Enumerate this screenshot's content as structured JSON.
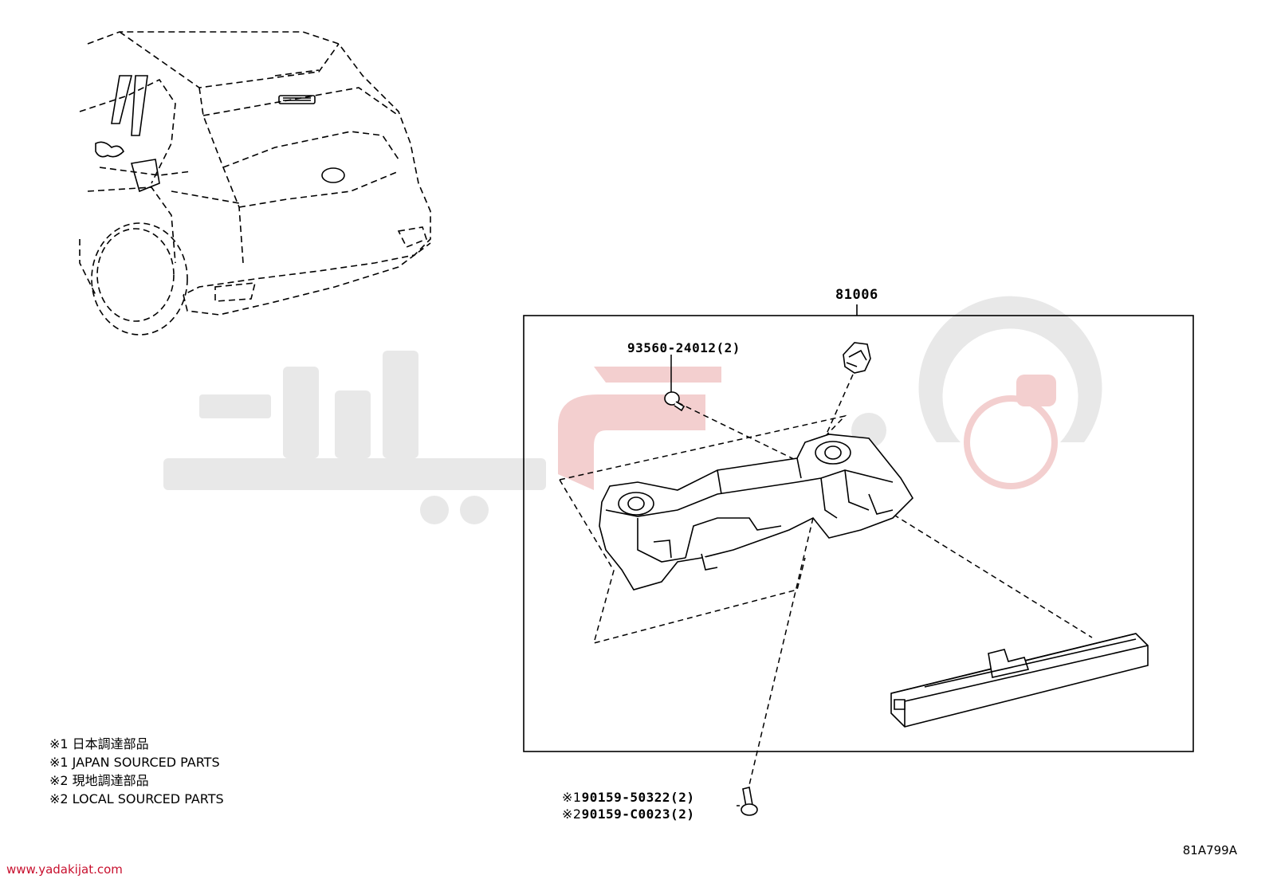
{
  "assembly": {
    "part_number": "81006"
  },
  "callouts": {
    "screw": {
      "label": "93560-24012(2)"
    },
    "bolt": [
      {
        "mark": "※1",
        "label": "90159-50322(2)"
      },
      {
        "mark": "※2",
        "label": "90159-C0023(2)"
      }
    ]
  },
  "notes": [
    "※1 日本調達部品",
    "※1 JAPAN SOURCED PARTS",
    "※2 現地調達部品",
    "※2 LOCAL SOURCED PARTS"
  ],
  "footer": {
    "url": "www.yadakijat.com",
    "diagram_code": "81A799A"
  },
  "watermark": {
    "color": "#e6e6e6",
    "accent": "#f4d2d2"
  },
  "colors": {
    "line": "#000000",
    "url": "#c8102e"
  }
}
